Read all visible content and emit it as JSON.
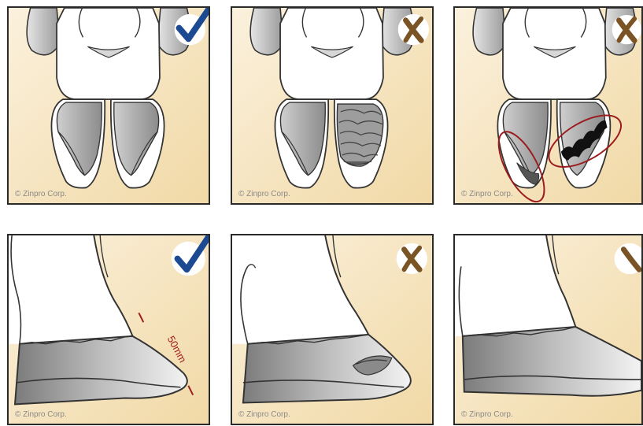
{
  "credit_text": "© Zinpro Corp.",
  "measurement_label": "50mm",
  "panels": [
    {
      "row": "top",
      "view": "sole",
      "status": "check",
      "status_icon": "checkmark-icon"
    },
    {
      "row": "top",
      "view": "sole",
      "status": "cross",
      "status_icon": "cross-icon"
    },
    {
      "row": "top",
      "view": "sole",
      "status": "cross",
      "status_icon": "cross-icon"
    },
    {
      "row": "bottom",
      "view": "side",
      "status": "check",
      "status_icon": "checkmark-icon"
    },
    {
      "row": "bottom",
      "view": "side",
      "status": "cross",
      "status_icon": "cross-icon"
    },
    {
      "row": "bottom",
      "view": "side",
      "status": "cross",
      "status_icon": "cross-icon"
    }
  ],
  "colors": {
    "check_blue": "#1b4a93",
    "cross_brown": "#7a5424",
    "highlight_red": "#9b1b1e",
    "background_tan": "#f1d9a6"
  }
}
